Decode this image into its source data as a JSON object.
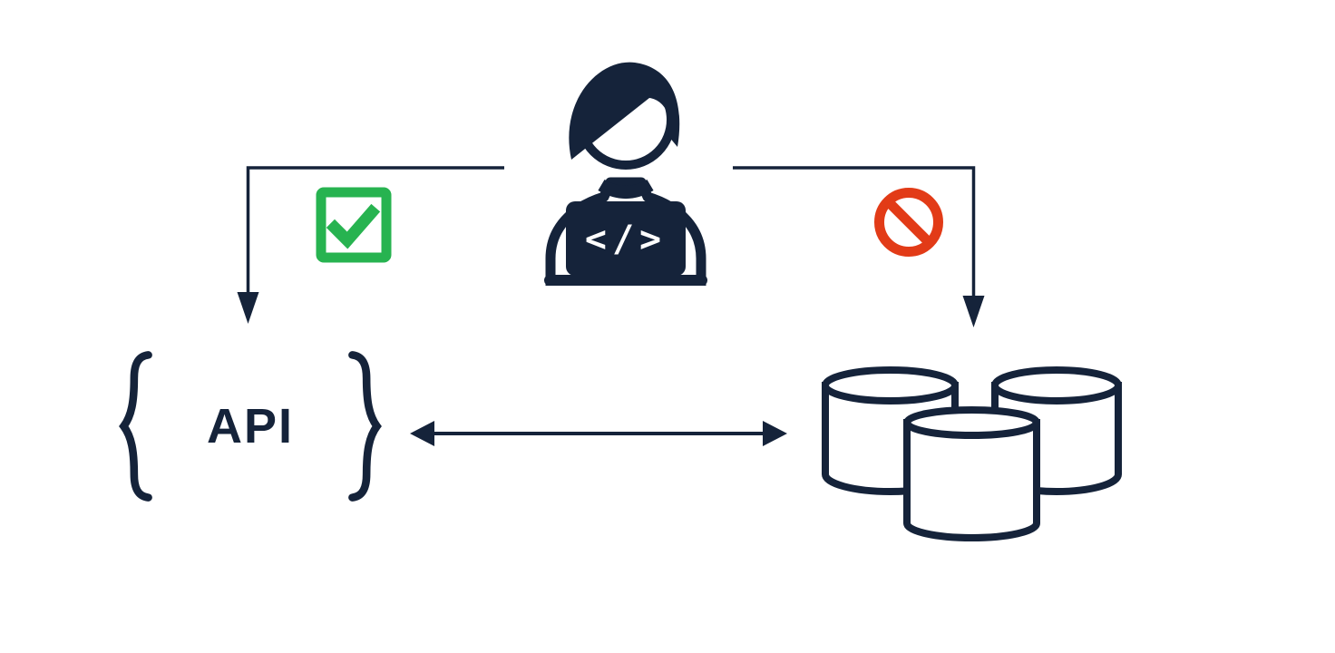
{
  "diagram": {
    "colors": {
      "background": "#ffffff",
      "ink": "#15233a",
      "success_green": "#27b350",
      "error_red": "#e23b17"
    },
    "developer": {
      "icon": "developer-at-laptop-icon",
      "laptop_code_label": "</>"
    },
    "api": {
      "label": "API",
      "left_brace": "{",
      "right_brace": "}"
    },
    "database": {
      "icon": "database-icon",
      "cylinder_count": 3
    },
    "badges": {
      "allowed_icon": "checkbox-checked-icon",
      "denied_icon": "no-entry-icon"
    },
    "arrows": {
      "developer_to_api": "down-arrow",
      "developer_to_database": "down-arrow",
      "api_database_link": "double-headed-arrow"
    }
  }
}
